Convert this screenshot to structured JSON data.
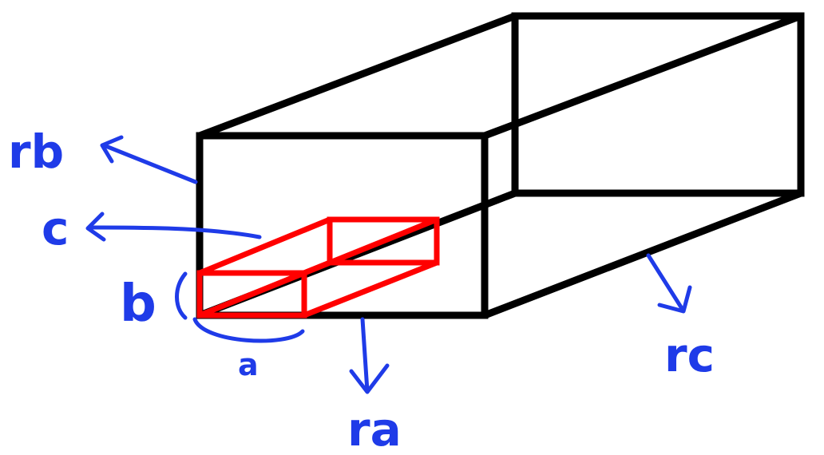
{
  "labels": {
    "rb": "rb",
    "c": "c",
    "b": "b",
    "a": "a",
    "ra": "ra",
    "rc": "rc"
  },
  "colors": {
    "outer_box": "#000000",
    "inner_box": "#ff0000",
    "annotation": "#1f3be8"
  }
}
